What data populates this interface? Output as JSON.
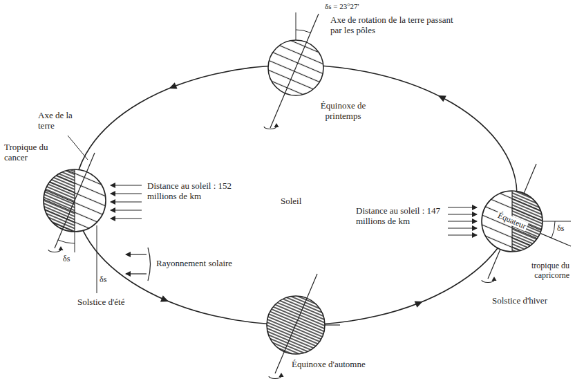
{
  "diagram": {
    "nodes": [
      {
        "text": [
          "Équateur"
        ]
      }
    ],
    "labels": [
      "δs = 23°27'",
      "Axe de rotation de la terre passant par les pôles",
      "Équinoxe de printemps",
      "Axe de la terre",
      "Tropique du cancer",
      "Distance au soleil : 152 millions de km",
      "Soleil",
      "Distance au soleil : 147 millions de km",
      "δs",
      "tropique du capricorne",
      "Solstice d'hiver",
      "δs",
      "Rayonnement solaire",
      "δs",
      "Solstice d'été",
      "Équinoxe d'automne"
    ]
  }
}
